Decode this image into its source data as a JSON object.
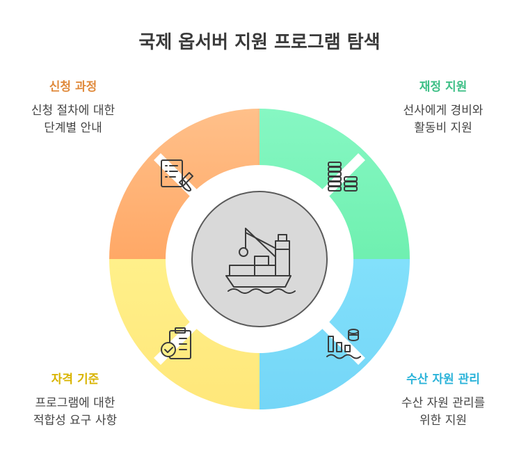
{
  "title": "국제 옵서버 지원 프로그램 탐색",
  "sections": {
    "top_left": {
      "heading": "신청 과정",
      "line1": "신청 절차에 대한",
      "line2": "단계별 안내",
      "color": "#e08a3c",
      "icon": "checklist-pen-icon"
    },
    "top_right": {
      "heading": "재정 지원",
      "line1": "선사에게 경비와",
      "line2": "활동비 지원",
      "color": "#3dbf86",
      "icon": "coin-stacks-icon"
    },
    "bottom_left": {
      "heading": "자격 기준",
      "line1": "프로그램에 대한",
      "line2": "적합성 요구 사항",
      "color": "#d9b400",
      "icon": "clipboard-check-icon"
    },
    "bottom_right": {
      "heading": "수산 자원 관리",
      "line1": "수산 자원 관리를",
      "line2": "위한 지원",
      "color": "#2bb3d9",
      "icon": "fishery-chart-icon"
    }
  },
  "center_icon": "fishing-vessel-icon",
  "colors": {
    "orange": "#ffbf86",
    "green": "#84f5c0",
    "yellow": "#fff08a",
    "blue": "#80def8",
    "center": "#d9d9d9"
  }
}
